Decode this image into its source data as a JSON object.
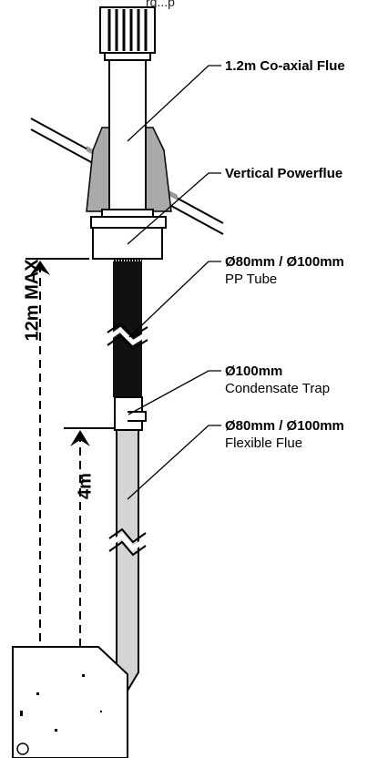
{
  "top_text": "rg...p",
  "labels": {
    "coaxial_flue": "1.2m Co-axial Flue",
    "vertical_powerflue": "Vertical Powerflue",
    "pp_tube_size": "Ø80mm / Ø100mm",
    "pp_tube": "PP Tube",
    "trap_size": "Ø100mm",
    "trap": "Condensate Trap",
    "flexible_size": "Ø80mm / Ø100mm",
    "flexible": "Flexible Flue"
  },
  "dimensions": {
    "max_height": "12m MAX",
    "trap_height": "4m"
  },
  "colors": {
    "pipe_grey": "#d4d4d4",
    "pp_tube_black": "#111111",
    "roof_grey": "#999999"
  }
}
